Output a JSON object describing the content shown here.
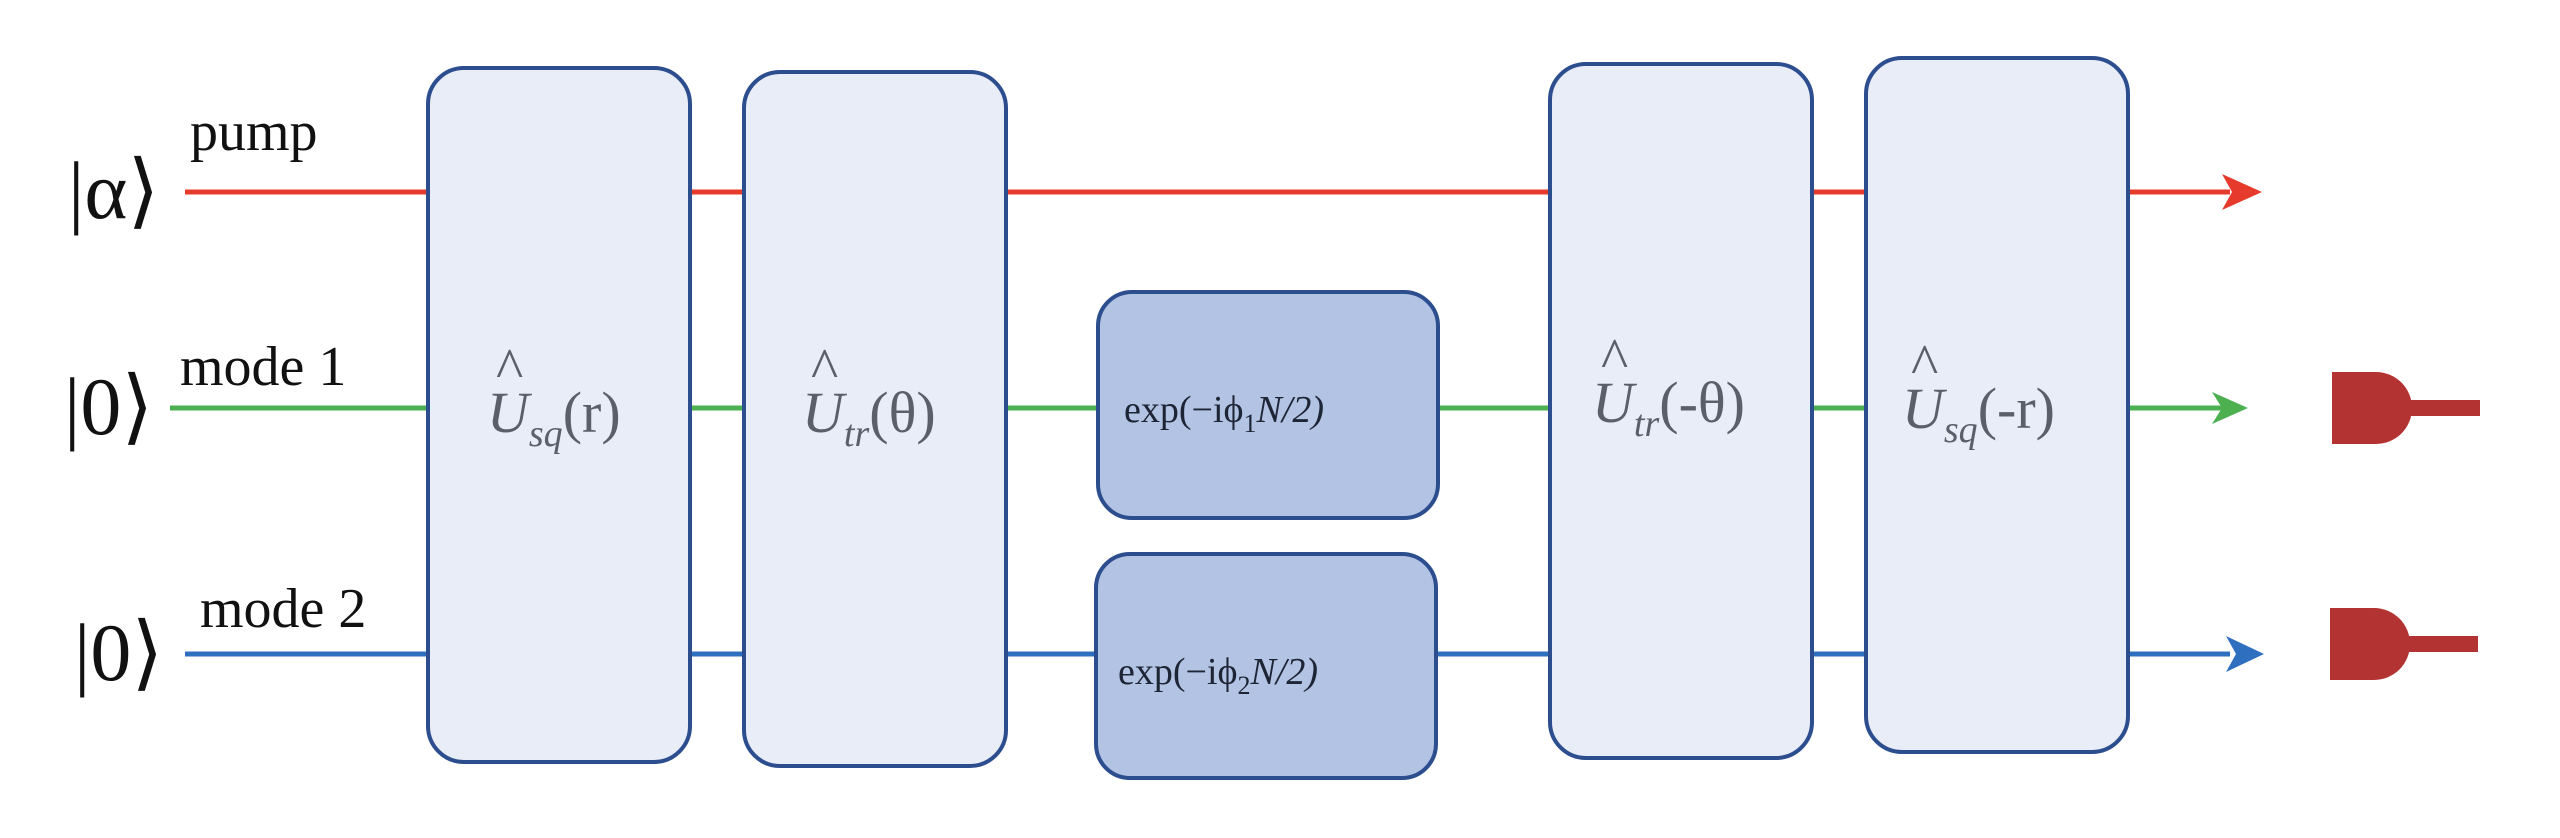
{
  "inputs": [
    {
      "ket": "|α⟩",
      "label": "pump",
      "color": "#e53a2c"
    },
    {
      "ket": "|0⟩",
      "label": "mode 1",
      "color": "#4caf50"
    },
    {
      "ket": "|0⟩",
      "label": "mode 2",
      "color": "#2f6fc0"
    }
  ],
  "gates": {
    "squeeze": {
      "op": "U",
      "sub": "sq",
      "arg": "(r)"
    },
    "transfer": {
      "op": "U",
      "sub": "tr",
      "arg": "(θ)"
    },
    "phase1": {
      "pre": "exp(−iϕ",
      "sub": "1",
      "post": "N/2)",
      "hat": "N"
    },
    "phase2": {
      "pre": "exp(−iϕ",
      "sub": "2",
      "post": "N/2)",
      "hat": "N"
    },
    "transfer_inv": {
      "op": "U",
      "sub": "tr",
      "arg": "(-θ)"
    },
    "squeeze_inv": {
      "op": "U",
      "sub": "sq",
      "arg": "(-r)"
    }
  },
  "detectors": [
    "detector-mode-1",
    "detector-mode-2"
  ],
  "colors": {
    "gate_fill": "#e8edf7",
    "gate_stroke": "#2c4d8e",
    "phase_fill": "#b3c3e4",
    "detector": "#b33232"
  }
}
